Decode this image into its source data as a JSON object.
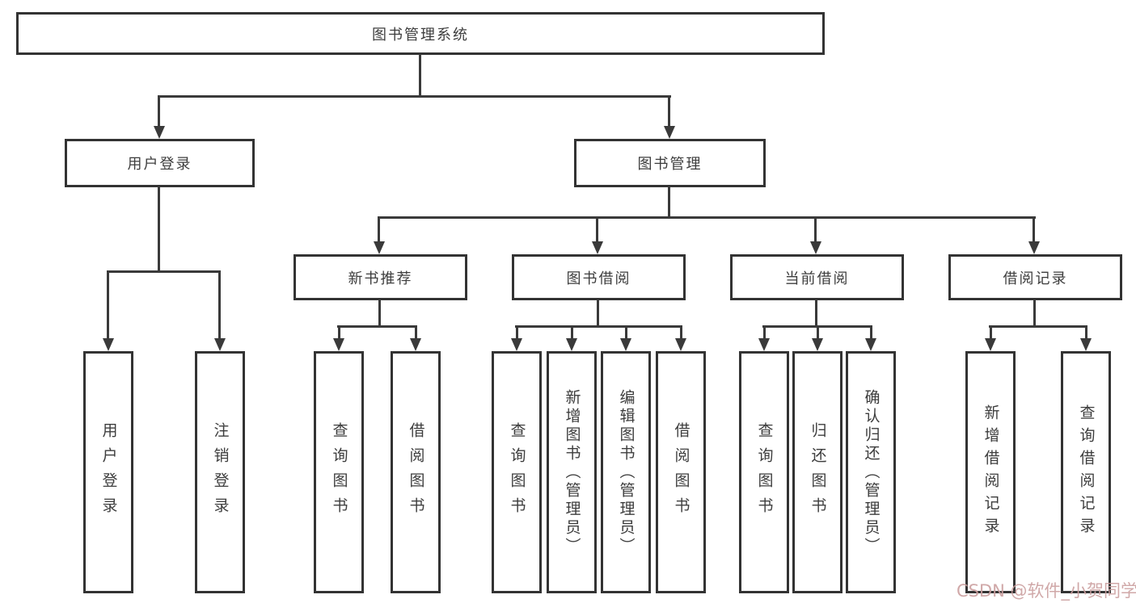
{
  "diagram": {
    "root": {
      "label": "图书管理系统"
    },
    "children": [
      {
        "label": "用户登录",
        "children": [
          {
            "label": "用户登录"
          },
          {
            "label": "注销登录"
          }
        ]
      },
      {
        "label": "图书管理",
        "children": [
          {
            "label": "新书推荐",
            "children": [
              {
                "label": "查询图书"
              },
              {
                "label": "借阅图书"
              }
            ]
          },
          {
            "label": "图书借阅",
            "children": [
              {
                "label": "查询图书"
              },
              {
                "label": "新增图书（管理员）"
              },
              {
                "label": "编辑图书（管理员）"
              },
              {
                "label": "借阅图书"
              }
            ]
          },
          {
            "label": "当前借阅",
            "children": [
              {
                "label": "查询图书"
              },
              {
                "label": "归还图书"
              },
              {
                "label": "确认归还（管理员）"
              }
            ]
          },
          {
            "label": "借阅记录",
            "children": [
              {
                "label": "新增借阅记录"
              },
              {
                "label": "查询借阅记录"
              }
            ]
          }
        ]
      }
    ]
  },
  "watermark": {
    "text": "CSDN @软件_小贺同学"
  },
  "colors": {
    "line": "#3a3a3a",
    "box_border": "#333333",
    "text": "#3d3d3d",
    "watermark": "#cb9e9e",
    "background": "#ffffff"
  }
}
